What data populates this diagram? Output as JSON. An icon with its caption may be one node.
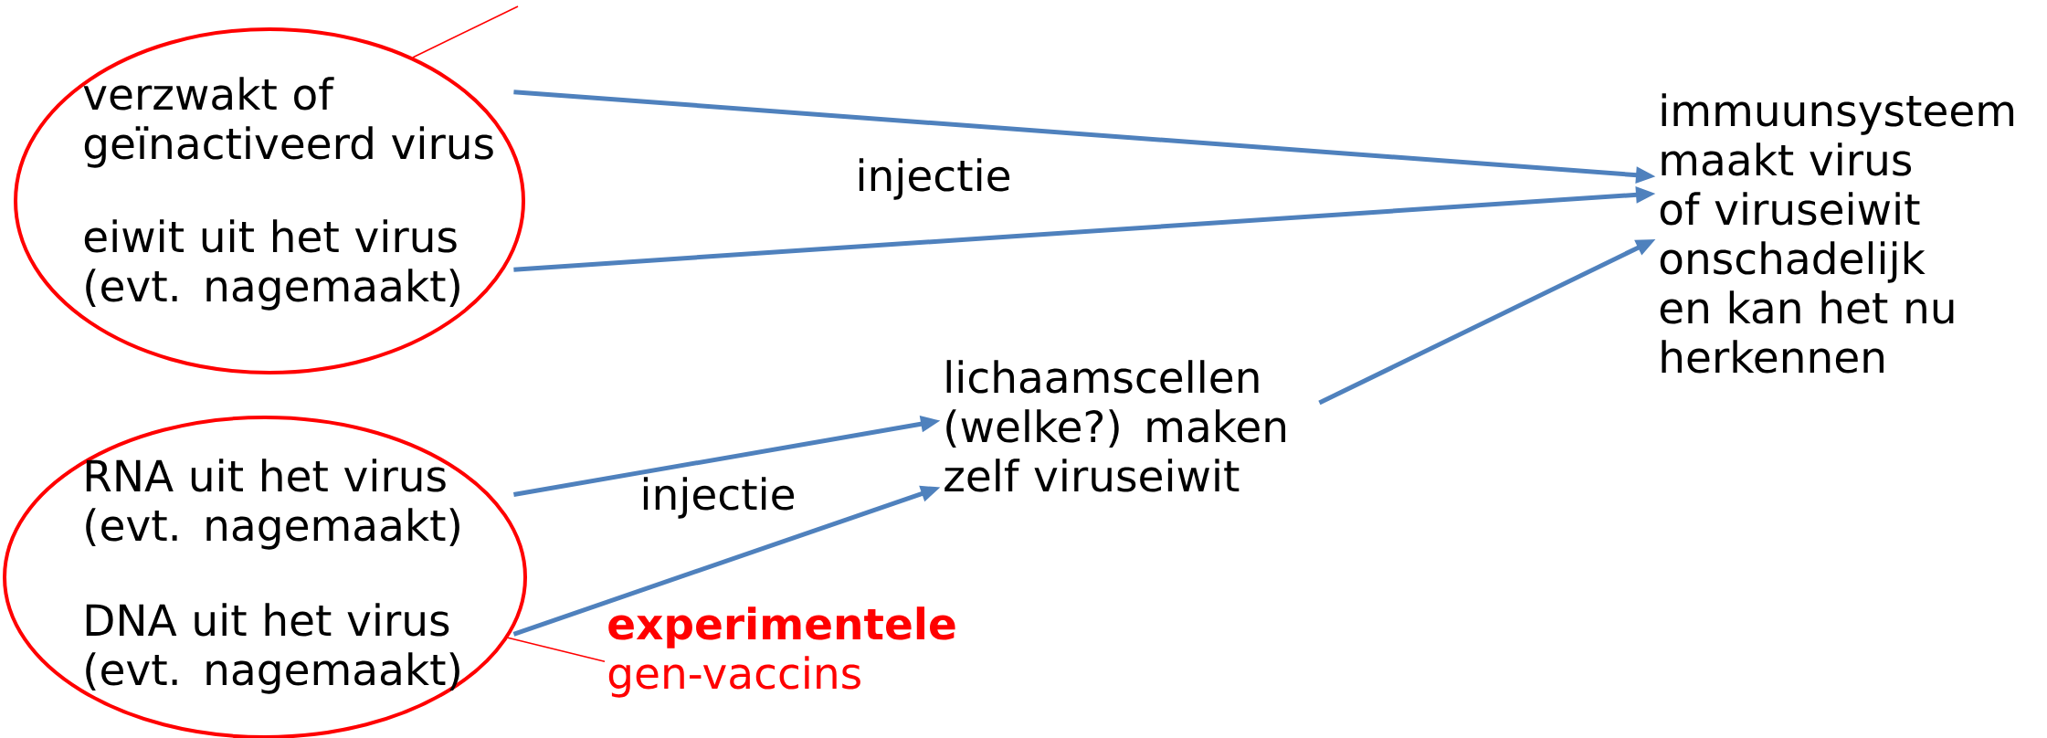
{
  "diagram": {
    "nodes": [
      {
        "text": [],
        "shape": "ellipse"
      },
      {
        "text": [
          "verzwakt of geïnactiveerd virus"
        ],
        "in": 0
      },
      {
        "text": [
          "eiwit uit het virus (evt. nagemaakt)"
        ],
        "in": 0
      },
      {
        "text": [
          "immuunsysteem maakt virus of viruseiwit onschadelijk en kan het nu herkennen"
        ]
      },
      {
        "text": [],
        "shape": "ellipse"
      },
      {
        "text": [
          "RNA uit het virus (evt. nagemaakt)"
        ],
        "in": 4
      },
      {
        "text": [
          "DNA uit het virus (evt. nagemaakt)"
        ],
        "in": 4
      },
      {
        "text": [
          "lichaamscellen (welke?) maken zelf viruseiwit"
        ]
      },
      {
        "text": [
          "**experimentele** gen-vaccins"
        ]
      }
    ],
    "edges": [
      {
        "from": 1,
        "to": 3,
        "arrow": "to"
      },
      {
        "from": 2,
        "to": 3,
        "arrow": "to"
      },
      {
        "from": 5,
        "to": 7,
        "arrow": "to"
      },
      {
        "from": 6,
        "to": 7,
        "arrow": "to"
      },
      {
        "from": 7,
        "to": 3,
        "arrow": "to"
      },
      {
        "from": 8,
        "to": 4,
        "arrow": "none",
        "color": "#ff0000"
      },
      {
        "from": 0,
        "to": null,
        "arrow": "none",
        "color": "#ff0000"
      }
    ],
    "labels": [
      "injectie",
      "injectie"
    ]
  }
}
